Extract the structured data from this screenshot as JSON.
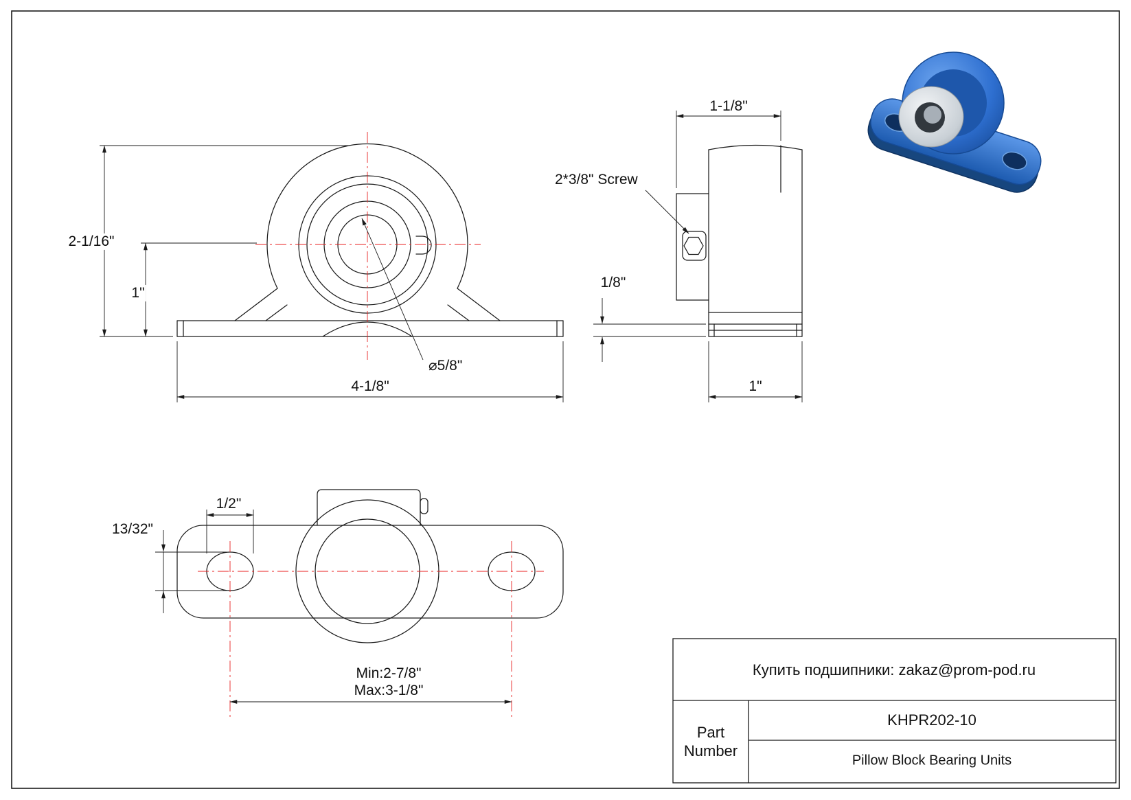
{
  "front_view": {
    "dim_total_height": "2-1/16\"",
    "dim_center_height": "1\"",
    "dim_base_width": "4-1/8\"",
    "dim_bore": "⌀5/8\""
  },
  "side_view": {
    "dim_top_width": "1-1/8\"",
    "screw_label": "2*3/8\" Screw",
    "dim_base_thickness": "1/8\"",
    "dim_bottom_width": "1\""
  },
  "top_view": {
    "dim_slot_length": "1/2\"",
    "dim_slot_width": "13/32\"",
    "dim_bolt_spacing_min": "Min:2-7/8\"",
    "dim_bolt_spacing_max": "Max:3-1/8\""
  },
  "title_block": {
    "contact": "Купить подшипники: zakaz@prom-pod.ru",
    "part_label": "Part Number",
    "part_number": "KHPR202-10",
    "part_description": "Pillow Block Bearing Units"
  },
  "colors": {
    "line": "#1a1a1a",
    "centerline": "#e81f1f",
    "bearing_blue": "#2e6fd0",
    "metal": "#c9d0d6"
  }
}
